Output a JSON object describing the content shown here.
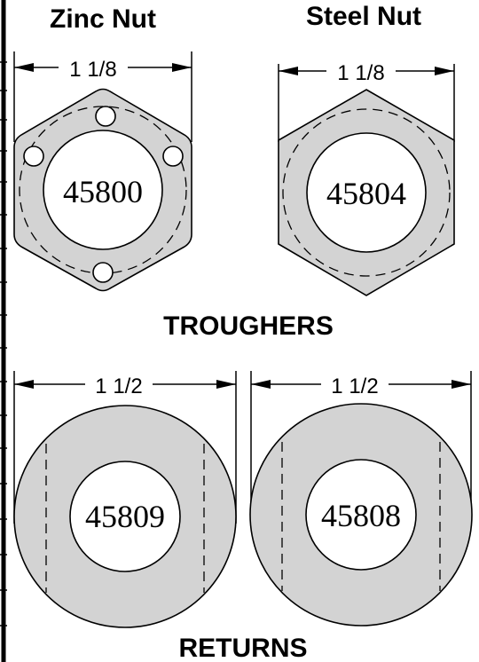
{
  "headers": {
    "left": "Zinc Nut",
    "right": "Steel Nut"
  },
  "sections": {
    "top": "TROUGHERS",
    "bottom": "RETURNS"
  },
  "dimensions": {
    "zinc_nut": "1 1/8",
    "steel_nut": "1 1/8",
    "return_left": "1 1/2",
    "return_right": "1 1/2"
  },
  "parts": {
    "zinc_nut": "45800",
    "steel_nut": "45804",
    "return_left": "45809",
    "return_right": "45808"
  }
}
